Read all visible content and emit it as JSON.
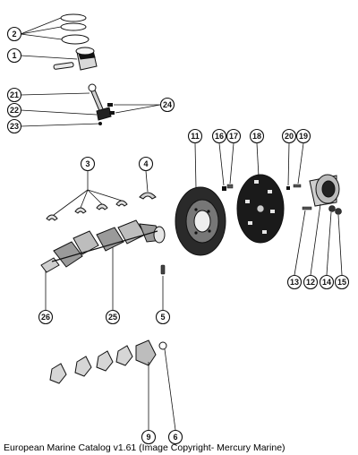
{
  "caption": "European Marine Catalog v1.61 (Image Copyright- Mercury Marine)",
  "callouts": [
    "2",
    "1",
    "21",
    "22",
    "23",
    "24",
    "3",
    "4",
    "26",
    "25",
    "5",
    "11",
    "16",
    "17",
    "18",
    "20",
    "19",
    "13",
    "12",
    "14",
    "15",
    "9",
    "6"
  ],
  "colors": {
    "ink": "#111111",
    "background": "#ffffff",
    "part_dark": "#1a1a1a"
  }
}
